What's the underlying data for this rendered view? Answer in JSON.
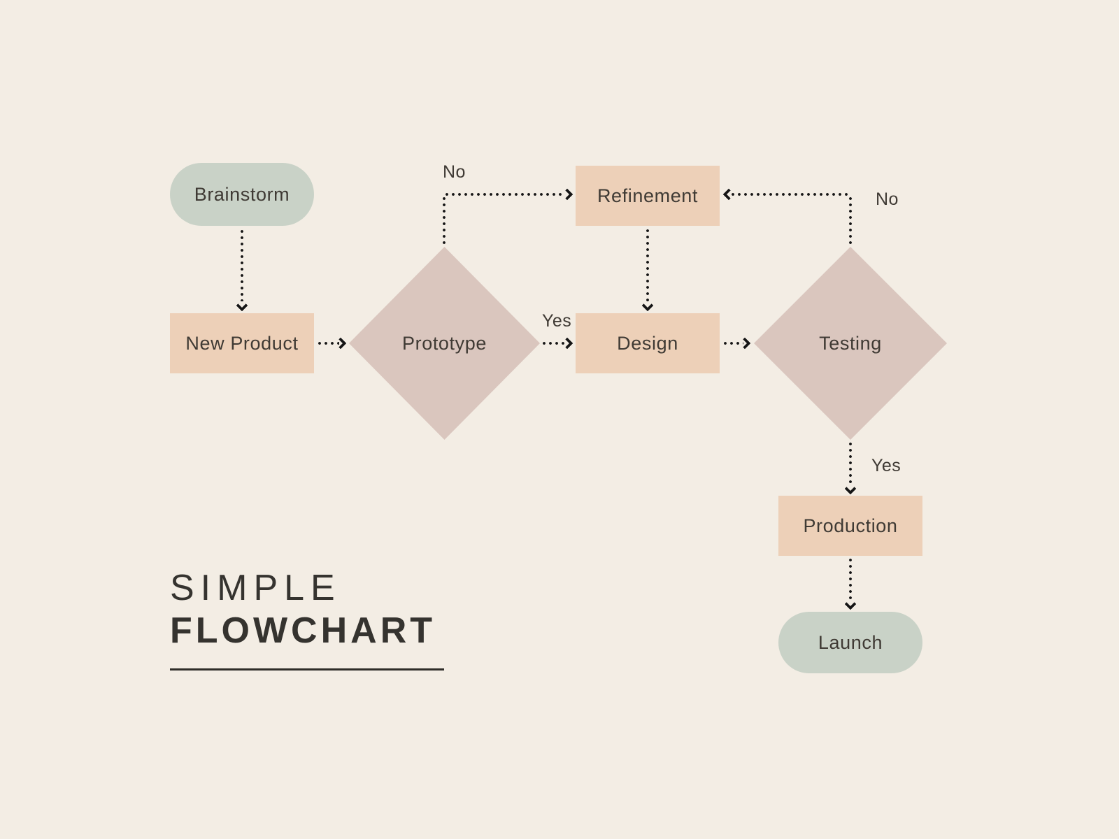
{
  "title": {
    "line1": "SIMPLE",
    "line2": "FLOWCHART"
  },
  "nodes": {
    "brainstorm": {
      "label": "Brainstorm",
      "shape": "pill"
    },
    "new_product": {
      "label": "New Product",
      "shape": "rect"
    },
    "prototype": {
      "label": "Prototype",
      "shape": "diamond"
    },
    "refinement": {
      "label": "Refinement",
      "shape": "rect"
    },
    "design": {
      "label": "Design",
      "shape": "rect"
    },
    "testing": {
      "label": "Testing",
      "shape": "diamond"
    },
    "production": {
      "label": "Production",
      "shape": "rect"
    },
    "launch": {
      "label": "Launch",
      "shape": "pill"
    }
  },
  "edge_labels": {
    "prototype_to_refinement": "No",
    "prototype_to_design": "Yes",
    "testing_to_refinement": "No",
    "testing_to_production": "Yes"
  },
  "colors": {
    "background": "#f3ede4",
    "terminal": "#c9d2c7",
    "process": "#edd0b8",
    "decision": "#dac6be",
    "node_text": "#3f3a34",
    "title_text": "#35332f",
    "connector": "#151515"
  }
}
